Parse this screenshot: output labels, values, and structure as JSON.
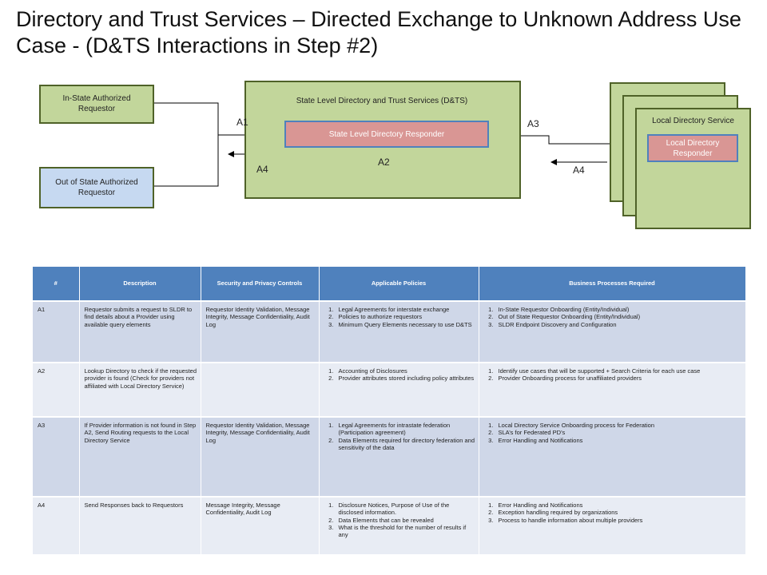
{
  "title": "Directory and Trust Services – Directed Exchange to Unknown Address Use Case - (D&TS Interactions in Step #2)",
  "diagram": {
    "in_state": "In-State Authorized Requestor",
    "out_state": "Out of State Authorized Requestor",
    "state_box": "State Level Directory and Trust Services (D&TS)",
    "state_responder": "State Level Directory Responder",
    "local_service": "Local Directory Service",
    "local_responder": "Local Directory Responder",
    "labels": {
      "a1": "A1",
      "a2": "A2",
      "a3": "A3",
      "a4_left": "A4",
      "a4_right": "A4"
    }
  },
  "table": {
    "headers": [
      "#",
      "Description",
      "Security and Privacy Controls",
      "Applicable Policies",
      "Business Processes Required"
    ],
    "rows": [
      {
        "id": "A1",
        "description": "Requestor submits a request to SLDR to find details about a Provider using available query elements",
        "security": "Requestor Identity Validation, Message Integrity, Message Confidentiality, Audit Log",
        "policies": [
          "Legal Agreements for interstate exchange",
          "Policies to authorize requestors",
          "Minimum Query Elements necessary to use D&TS"
        ],
        "processes": [
          "In-State Requestor Onboarding (Entity/Individual)",
          "Out of State Requestor Onboarding (Entity/Individual)",
          "SLDR Endpoint Discovery and Configuration"
        ]
      },
      {
        "id": "A2",
        "description": "Lookup Directory to check if the requested provider is found (Check for providers not affiliated with Local Directory Service)",
        "security": "",
        "policies": [
          "Accounting of Disclosures",
          "Provider attributes stored including policy attributes"
        ],
        "processes": [
          "Identify use cases that will be supported + Search Criteria for each use case",
          "Provider Onboarding process for unaffiliated providers"
        ]
      },
      {
        "id": "A3",
        "description": "If Provider information is not found in Step A2, Send Routing requests to the Local Directory Service",
        "security": "Requestor Identity Validation, Message Integrity, Message Confidentiality, Audit Log",
        "policies": [
          "Legal Agreements for intrastate federation (Participation agreement)",
          "Data Elements required for directory federation and sensitivity of the data"
        ],
        "processes": [
          "Local Directory Service Onboarding process for Federation",
          "SLA’s for Federated PD’s",
          "Error Handling and Notifications"
        ]
      },
      {
        "id": "A4",
        "description": "Send Responses back to Requestors",
        "security": "Message Integrity, Message Confidentiality, Audit Log",
        "policies": [
          "Disclosure Notices, Purpose of Use of the disclosed information.",
          "Data Elements that can be revealed",
          "What is the threshold for the number of results if any"
        ],
        "processes": [
          "Error Handling and Notifications",
          "Exception handling required by organizations",
          "Process to handle information about multiple providers"
        ]
      }
    ]
  }
}
